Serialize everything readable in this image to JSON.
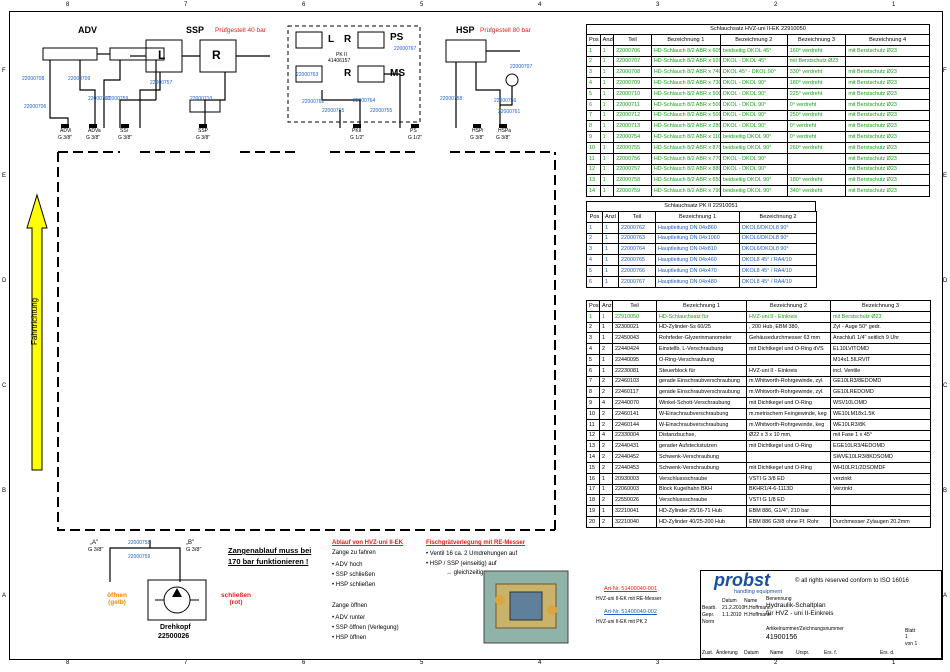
{
  "grid": {
    "cols_top": [
      "8",
      "7",
      "6",
      "5",
      "4",
      "3",
      "2",
      "1"
    ],
    "rows_side": [
      "F",
      "E",
      "D",
      "C",
      "B",
      "A"
    ]
  },
  "diagram": {
    "adv_title": "ADV",
    "ssp_title": "SSP",
    "ssp_sub": "Prüfgestell 40 bar",
    "hsp_title": "HSP",
    "hsp_sub": "Prüfgestell 80 bar",
    "cyl_L": "L",
    "cyl_R": "R",
    "pk_L": "L",
    "pk_R": "R",
    "pk_PS": "PS",
    "pk_R2": "R",
    "pk_MS": "MS",
    "pk_lbl": "PK II",
    "pk_num": "41406157",
    "hose_labels": [
      "22000708",
      "22000709",
      "22000760",
      "22000757",
      "22000759",
      "22000706",
      "22000762",
      "22000767",
      "22000763",
      "22000764",
      "22000765",
      "22000755",
      "22000758",
      "22000707",
      "22000756",
      "22000761",
      "22000710"
    ],
    "ports": [
      "ADVi",
      "ADVa",
      "SSi",
      "SSP",
      "PKII",
      "PS",
      "HSPi",
      "HSPa"
    ],
    "port_threads": [
      "G 3/8\"",
      "G 3/8\"",
      "G 3/8\"",
      "G 3/8\"",
      "G 1/2\"",
      "G 1/2\"",
      "G 3/8\"",
      "G 3/8\""
    ],
    "port_A": "„A\"",
    "port_A_thread": "G 3/8\"",
    "port_B": "„B\"",
    "port_B_thread": "G 3/8\"",
    "hose_A": "22000758",
    "hose_B": "22000759",
    "direction": "Fahrtrichtung",
    "open_label": "öffnen (gelb)",
    "close_label": "schließen (rot)",
    "drehkopf": "Drehkopf",
    "drehkopf_num": "22500026",
    "zangen_note": "Zangenablauf muss bei 170 bar funktionieren !"
  },
  "procedure": {
    "title": "Ablauf von HVZ-uni II-EK",
    "open_title": "Zange zu fahren",
    "open_steps": [
      "ADV hoch",
      "SSP schließen",
      "HSP schließen"
    ],
    "close_title": "Zange öffnen",
    "close_steps": [
      "ADV runter",
      "SSP öffnen (Verlegung)",
      "HSP öffnen"
    ]
  },
  "fish": {
    "title": "Fischgrätverlegung mit RE-Messer",
    "items": [
      "Ventil 16 ca. 2 Umdrehungen auf",
      "HSP / SSP (einseitig) auf"
    ],
    "result": "→ gleichzeitig"
  },
  "articles": {
    "a1": "Art-Nr. 51400040-001",
    "a1_desc": "HVZ-uni II-EK mit RE-Messer",
    "a2": "Art-Nr. 51400040-002",
    "a2_desc": "HVZ-uni II-EK mit PK 2"
  },
  "table1": {
    "title": "Schlauchsatz HVZ-uni II-EK 22910050",
    "headers": [
      "Pos",
      "Anzl",
      "Teil",
      "Bezeichnung 1",
      "Bezeichnung 2",
      "Bezeichnung 3",
      "Bezeichnung 4"
    ],
    "rows": [
      [
        "1",
        "1",
        "22000706",
        "HD-Schlauch 8/2 ABR x 605",
        "beidseitig DKOL 45°",
        "160° verdreht",
        "mit Berstschutz Ø23"
      ],
      [
        "2",
        "1",
        "22000707",
        "HD-Schlauch 8/2 ABR x 920",
        "DKOL - DKOL 45°",
        "mit Berstschutz Ø23",
        ""
      ],
      [
        "3",
        "1",
        "22000708",
        "HD-Schlauch 8/2 ABR x 740",
        "DKOL 45° - DKOL 90°",
        "330° verdreht",
        "mit Berstschutz Ø23"
      ],
      [
        "4",
        "1",
        "22000709",
        "HD-Schlauch 8/2 ABR x 730",
        "DKOL - DKOL 90°",
        "180° verdreht",
        "mit Berstschutz Ø23"
      ],
      [
        "5",
        "1",
        "22000710",
        "HD-Schlauch 8/2 ABR x 500",
        "DKOL - DKOL 90°",
        "225° verdreht",
        "mit Berstschutz Ø23"
      ],
      [
        "6",
        "1",
        "22000711",
        "HD-Schlauch 8/2 ABR x 500",
        "DKOL - DKOL 90°",
        "0° verdreht",
        "mit Berstschutz Ø23"
      ],
      [
        "7",
        "1",
        "22000712",
        "HD-Schlauch 8/2 ABR x 500",
        "DKOL - DKOL 90°",
        "250° verdreht",
        "mit Berstschutz Ø23"
      ],
      [
        "8",
        "1",
        "22000713",
        "HD-Schlauch 8/2 ABR x 280",
        "DKOL - DKOL 90°",
        "0° verdreht",
        "mit Berstschutz Ø23"
      ],
      [
        "9",
        "1",
        "22000754",
        "HD-Schlauch 8/2 ABR x 1100",
        "beidseitig DKOL 90°",
        "0° verdreht",
        "mit Berstschutz Ø23"
      ],
      [
        "10",
        "1",
        "22000755",
        "HD-Schlauch 8/2 ABR x 870",
        "beidseitig DKOL 90°",
        "260° verdreht",
        "mit Berstschutz Ø23"
      ],
      [
        "11",
        "1",
        "22000756",
        "HD-Schlauch 8/2 ABR x 770",
        "DKOL - DKOL 90°",
        "",
        "mit Berstschutz Ø23"
      ],
      [
        "12",
        "1",
        "22000757",
        "HD-Schlauch 8/2 ABR x 880",
        "DKOL - DKOL 90°",
        "",
        "mit Berstschutz Ø23"
      ],
      [
        "13",
        "1",
        "22000758",
        "HD-Schlauch 8/2 ABR x 650",
        "beidseitig DKOL 90°",
        "180° verdreht",
        "mit Berstschutz Ø23"
      ],
      [
        "14",
        "1",
        "22000759",
        "HD-Schlauch 8/2 ABR x 790",
        "beidseitig DKOL 90°",
        "340° verdreht",
        "mit Berstschutz Ø23"
      ]
    ]
  },
  "table2": {
    "title": "Schlauchsatz PK II 22910051",
    "headers": [
      "Pos",
      "Anzl",
      "Teil",
      "Bezeichnung 1",
      "Bezeichnung 2"
    ],
    "rows": [
      [
        "1",
        "1",
        "22000762",
        "Hauptleitung DN 04x860",
        "DKOL6/DKOL8 90°"
      ],
      [
        "2",
        "1",
        "22000763",
        "Hauptleitung DN 04x1060",
        "DKOL6/DKOL8 90°"
      ],
      [
        "3",
        "1",
        "22000764",
        "Hauptleitung DN 04x810",
        "DKOL6/DKOL8 90°"
      ],
      [
        "4",
        "1",
        "22000765",
        "Hauptleitung DN 04x460",
        "DKOL8 45° / RA4/10"
      ],
      [
        "5",
        "1",
        "22000766",
        "Hauptleitung DN 04x470",
        "DKOL8 45° / RA4/10"
      ],
      [
        "6",
        "1",
        "22000767",
        "Hauptleitung DN 04x480",
        "DKOL8 45° / RA4/10"
      ]
    ]
  },
  "table3": {
    "headers": [
      "Pos",
      "Anzl",
      "Teil",
      "Bezeichnung 1",
      "Bezeichnung 2",
      "Bezeichnung 3"
    ],
    "rows": [
      [
        "1",
        "1",
        "22910050",
        "HD-Schlauchsatz für",
        "HVZ-uni II - Einkreis",
        "mit Berstschutz Ø23"
      ],
      [
        "2",
        "1",
        "32300021",
        "HD-Zylinder-Ss 60/25",
        ", 200 Hub, EBM 380,",
        "ZyI - Auge 50° gedr."
      ],
      [
        "3",
        "1",
        "22450043",
        "Rohrfeder-Glyzerinmanometer",
        "Gehäusedurchmesser 63 mm",
        "Anschluß 1/4\" seitlich 9 Uhr"
      ],
      [
        "4",
        "2",
        "22440424",
        "Einstellb. L-Verschraubung",
        "mit Dichtkegel und O-Ring dVS",
        "EL10LVITOMD"
      ],
      [
        "5",
        "1",
        "22440095",
        "O-Ring-Verschraubung",
        "",
        "M14x1.5ILRVIT"
      ],
      [
        "6",
        "1",
        "22230081",
        "Steuerblock für",
        "HVZ-uni II - Einkreis",
        "incl. Ventile"
      ],
      [
        "7",
        "2",
        "22460103",
        "gerade Einschraubverschraubung",
        "m.Whitworth-Rohrgewinde, zyl.",
        "GE10LR3/8EDOMD"
      ],
      [
        "8",
        "2",
        "22460117",
        "gerade Einschraubverschraubung",
        "m.Whitworth-Rohrgewinde, zyl.",
        "GE10LREDOMD"
      ],
      [
        "9",
        "4",
        "22440070",
        "Winkel-Schott-Verschraubung",
        "mit Dichtkegel und O-Ring",
        "WSV10LOMD"
      ],
      [
        "10",
        "2",
        "22460141",
        "W-Einschraubverschraubung",
        "m.metrischem Feingewinde, keg",
        "WE10LM18x1.5K"
      ],
      [
        "11",
        "2",
        "22460144",
        "W-Einschraubverschraubung",
        "m.Whitworth-Rohrgewinde, keg",
        "WE10LR3/8K"
      ],
      [
        "12",
        "4",
        "22330004",
        "Distanzbuchse,",
        "Ø22 x 3 x 10 mm,",
        "mit Fase 1 x 45°"
      ],
      [
        "13",
        "2",
        "22440431",
        "gerader Aufsteckstutzen",
        "mit Dichtkegel und O-Ring",
        "EGE10LR3/4EDOMD"
      ],
      [
        "14",
        "2",
        "22440452",
        "Schwenk-Verschraubung",
        "",
        "SWVE10LR3/8KDSOMD"
      ],
      [
        "15",
        "2",
        "22440453",
        "Schwenk-Verschraubung",
        "mit Dichtkegel und O-Ring",
        "WH10LR1/2DSOMDF"
      ],
      [
        "16",
        "1",
        "20930003",
        "Verschlussschraube",
        "VSTI G 3/8 ED",
        "verzinkt"
      ],
      [
        "17",
        "1",
        "22060003",
        "Block Kugelhahn BKH",
        "BKHR1/4-6-1113D",
        "Verzinkt"
      ],
      [
        "18",
        "2",
        "22550026",
        "Verschlussschraube",
        "VSTI G 1/8 ED",
        ""
      ],
      [
        "19",
        "1",
        "32210041",
        "HD-Zylinder 25/16-71 Hub",
        "EBM 886, G1/4\", 210 bar",
        ""
      ],
      [
        "20",
        "2",
        "32210040",
        "HD-Zylinder 40/25-200 Hub",
        "EBM 886 G3/8 ohne Ff. Rohr",
        "Durchmesser Zylaugen 20.2mm"
      ]
    ]
  },
  "titleblock": {
    "logo": "probst",
    "logo_sub": "handling equipment",
    "rights": "© all rights reserved conform to ISO 16016",
    "benennung_lbl": "Benennung",
    "title1": "Hydraulik-Schaltplan",
    "title2": "für HVZ - uni II-Einkreis",
    "drawing_lbl": "Artikelnummer/Zeichnungsnummer",
    "drawing_no": "41900156",
    "blatt_lbl": "Blatt",
    "blatt": "1",
    "von": "von 1",
    "rev_rows": [
      [
        "Datum",
        "Name"
      ],
      [
        "21.2.2010",
        "H.Hoffmann"
      ],
      [
        "1.1.2010",
        "H.Hoffmann"
      ]
    ],
    "rev_lbls": [
      "Bearb.",
      "Gepr.",
      "Norm"
    ],
    "foot": [
      "Zust.",
      "Änderung",
      "Datum",
      "Name",
      "Urspr.",
      "Ers. f.",
      "Ers. d."
    ]
  }
}
